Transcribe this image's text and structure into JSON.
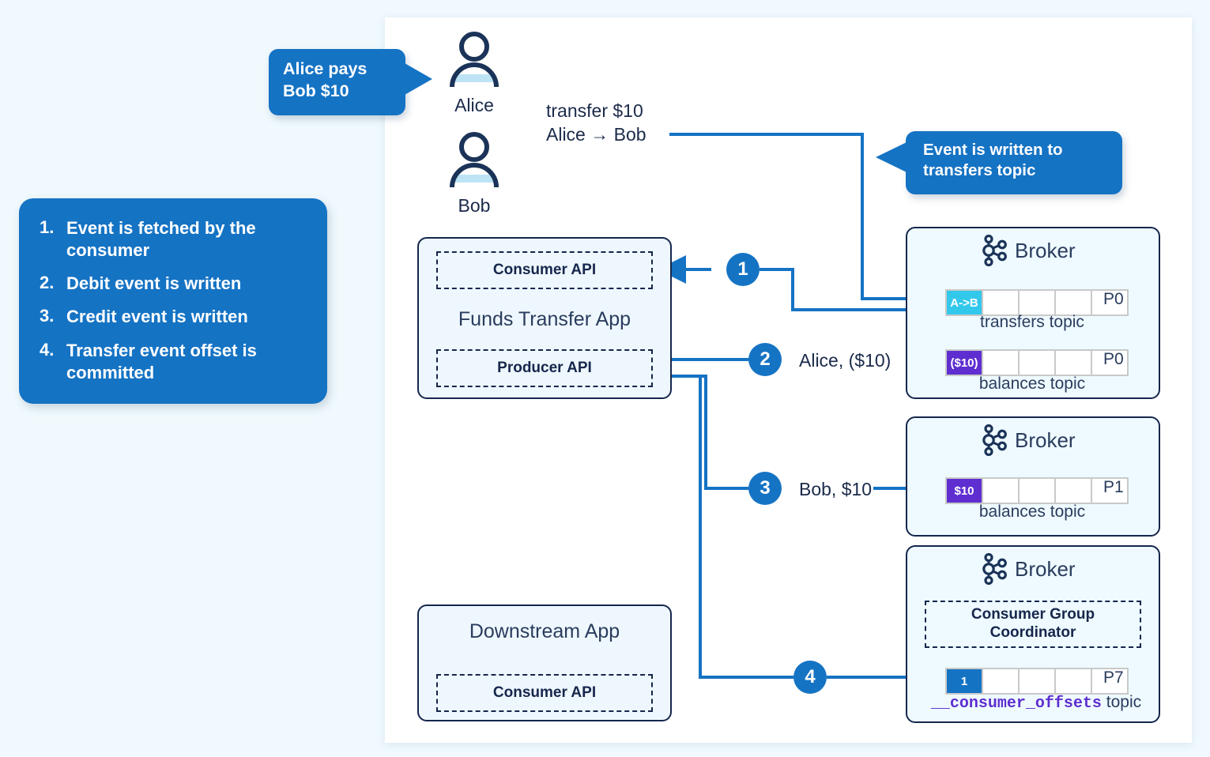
{
  "colors": {
    "background": "#f0f9fd",
    "panel": "#ffffff",
    "brand_blue": "#1573c4",
    "navy": "#16264c",
    "cyan_event": "#32c8ec",
    "purple_event": "#5e2ed0",
    "box_fill": "#eef7fd"
  },
  "callouts": {
    "alice_pays": "Alice pays\nBob $10",
    "event_written": "Event is written to\ntransfers topic"
  },
  "steps_card": {
    "items": [
      {
        "num": "1.",
        "text": "Event is fetched by the consumer"
      },
      {
        "num": "2.",
        "text": "Debit event is written"
      },
      {
        "num": "3.",
        "text": "Credit event is written"
      },
      {
        "num": "4.",
        "text": "Transfer event offset is committed"
      }
    ]
  },
  "people": [
    {
      "name": "Alice",
      "icon": "person-icon"
    },
    {
      "name": "Bob",
      "icon": "person-icon"
    }
  ],
  "transfer_label": "transfer $10\nAlice → Bob",
  "apps": {
    "funds_transfer": {
      "title": "Funds Transfer App",
      "consumer_api": "Consumer API",
      "producer_api": "Producer API"
    },
    "downstream": {
      "title": "Downstream App",
      "consumer_api": "Consumer API"
    }
  },
  "brokers": [
    {
      "name": "Broker",
      "icon": "kafka-logo-icon",
      "partitions": [
        {
          "topic": "transfers topic",
          "partition": "P0",
          "cells": [
            {
              "value": "A->B",
              "fill": "cyan"
            },
            {
              "value": "",
              "fill": "none"
            },
            {
              "value": "",
              "fill": "none"
            },
            {
              "value": "",
              "fill": "none"
            },
            {
              "value": "",
              "fill": "none"
            }
          ]
        },
        {
          "topic": "balances topic",
          "partition": "P0",
          "cells": [
            {
              "value": "($10)",
              "fill": "purple"
            },
            {
              "value": "",
              "fill": "none"
            },
            {
              "value": "",
              "fill": "none"
            },
            {
              "value": "",
              "fill": "none"
            },
            {
              "value": "",
              "fill": "none"
            }
          ]
        }
      ]
    },
    {
      "name": "Broker",
      "icon": "kafka-logo-icon",
      "partitions": [
        {
          "topic": "balances topic",
          "partition": "P1",
          "cells": [
            {
              "value": "$10",
              "fill": "purple"
            },
            {
              "value": "",
              "fill": "none"
            },
            {
              "value": "",
              "fill": "none"
            },
            {
              "value": "",
              "fill": "none"
            },
            {
              "value": "",
              "fill": "none"
            }
          ]
        }
      ]
    },
    {
      "name": "Broker",
      "icon": "kafka-logo-icon",
      "coordinator": "Consumer Group Coordinator",
      "partitions": [
        {
          "topic_mono": "__consumer_offsets",
          "topic_suffix": " topic",
          "partition": "P7",
          "cells": [
            {
              "value": "1",
              "fill": "blue"
            },
            {
              "value": "",
              "fill": "none"
            },
            {
              "value": "",
              "fill": "none"
            },
            {
              "value": "",
              "fill": "none"
            },
            {
              "value": "",
              "fill": "none"
            }
          ]
        }
      ]
    }
  ],
  "flow_steps": [
    {
      "num": "1",
      "label": ""
    },
    {
      "num": "2",
      "label": "Alice, ($10)"
    },
    {
      "num": "3",
      "label": "Bob, $10"
    },
    {
      "num": "4",
      "label": ""
    }
  ]
}
